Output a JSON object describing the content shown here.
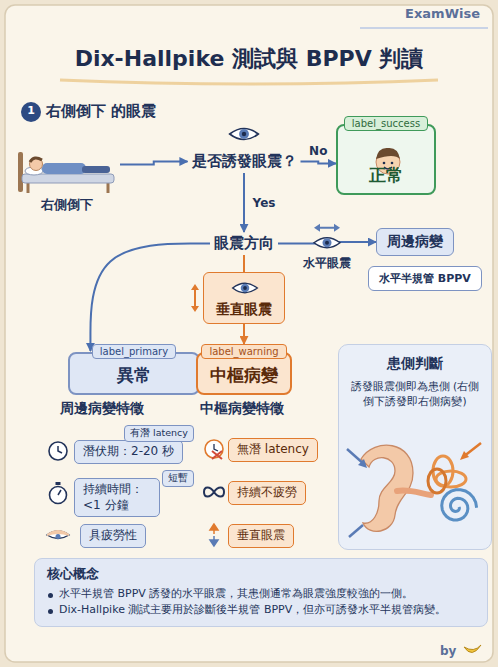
{
  "diagram": {
    "title": "Dix-Hallpike 測試與 BPPV 判讀",
    "nodes": [
      {
        "text": [
          "右側倒下"
        ]
      },
      {
        "text": [
          "是否誘發眼震？"
        ]
      },
      {
        "text": [
          "label_success",
          "正常"
        ]
      },
      {
        "text": [
          "眼震方向"
        ]
      },
      {
        "text": [
          "周邊病變"
        ]
      },
      {
        "text": [
          "水平半規管 BPPV"
        ]
      },
      {
        "text": [
          "垂直眼震"
        ]
      },
      {
        "text": [
          "label_primary",
          "異常"
        ]
      },
      {
        "text": [
          "label_warning",
          "中樞病變"
        ]
      },
      {
        "text": [
          "患側判斷",
          "誘發眼震側即為患側 (右側倒下誘發即右側病變)"
        ]
      },
      {
        "text": [
          "潛伏期：2-20 秒"
        ]
      },
      {
        "text": [
          "有潛 latency"
        ]
      },
      {
        "text": [
          "持續時間： <1 分鐘"
        ]
      },
      {
        "text": [
          "短暫"
        ]
      },
      {
        "text": [
          "具疲勞性"
        ]
      },
      {
        "text": [
          "無潛 latency"
        ]
      },
      {
        "text": [
          "持續不疲勞"
        ]
      },
      {
        "text": [
          "垂直眼震"
        ]
      },
      {
        "text": [
          "核心概念",
          "水平半規管 BPPV 誘發的水平眼震，其患側通常為眼震強度較強的一側。",
          "Dix-Hallpike 測試主要用於診斷後半規管 BPPV，但亦可誘發水平半規管病變。"
        ]
      }
    ],
    "edges": [
      {
        "from": 0,
        "to": 1,
        "arrow": "to"
      },
      {
        "from": 1,
        "to": 2,
        "label": "No",
        "arrow": "to"
      },
      {
        "from": 1,
        "to": 3,
        "label": "Yes",
        "arrow": "to"
      },
      {
        "from": 3,
        "to": 4,
        "label": "水平眼震",
        "arrow": "to"
      },
      {
        "from": 3,
        "to": 6,
        "arrow": "none"
      },
      {
        "from": 6,
        "to": 8,
        "arrow": "to"
      },
      {
        "from": 3,
        "to": 7,
        "arrow": "to"
      }
    ],
    "labels": [
      "ExamWise",
      "1",
      "右側倒下 的眼震",
      "周邊病變特徵",
      "中樞病變特徵",
      "by"
    ]
  }
}
